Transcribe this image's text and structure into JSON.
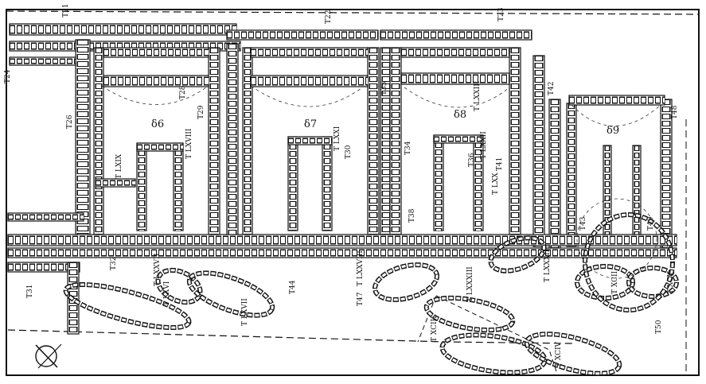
{
  "plan": {
    "rooms": [
      "δ6",
      "δ7",
      "δ8",
      "δ9"
    ],
    "labels": [
      "T21",
      "T22",
      "T23",
      "T24",
      "T26",
      "T28",
      "T29",
      "T30",
      "T31",
      "T32",
      "T33",
      "T34",
      "T36",
      "T38",
      "T41",
      "T42",
      "T43",
      "T44",
      "T47",
      "T48",
      "T49",
      "T50"
    ],
    "roman_labels": [
      "T LXIX",
      "T LXVIII",
      "T LXXI",
      "T LXXIII",
      "T LXX",
      "T LXXII",
      "T LXVI",
      "T LXVII",
      "T LXXVII",
      "T LXXVIII",
      "T LXXXIII",
      "T LXXXII",
      "T XCII",
      "T XCV",
      "T XCIII",
      "T XCIV"
    ],
    "north_symbol": "north-arrow-icon"
  }
}
